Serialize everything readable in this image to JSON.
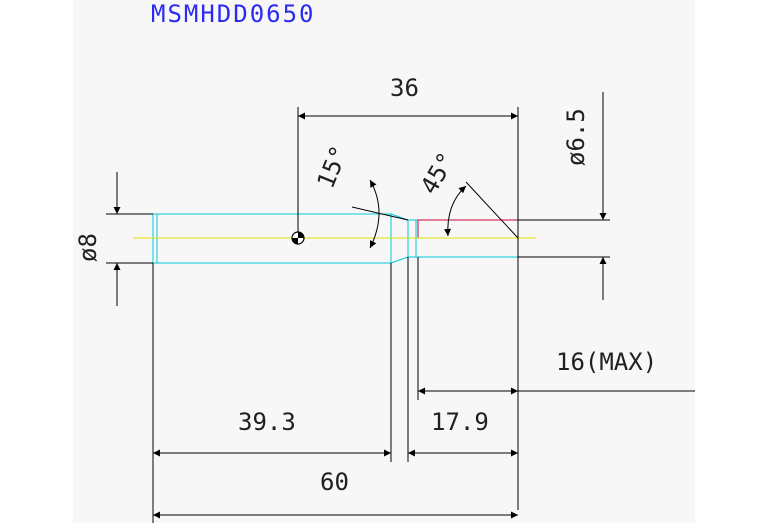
{
  "title": "MSMHDD0650",
  "dimensions": {
    "length_36": "36",
    "diameter_6_5": "ø6.5",
    "diameter_8": "ø8",
    "angle_15": "15°",
    "angle_45": "45°",
    "length_16_max": "16(MAX)",
    "length_39_3": "39.3",
    "length_17_9": "17.9",
    "length_60": "60"
  },
  "colors": {
    "background": "#ffffff",
    "paper": "#f7f7f7",
    "line": "#000000",
    "part_outline": "#00c8d8",
    "center_line": "#e0e000",
    "tip_outline": "#d0003a",
    "title": "#2a2af0"
  }
}
